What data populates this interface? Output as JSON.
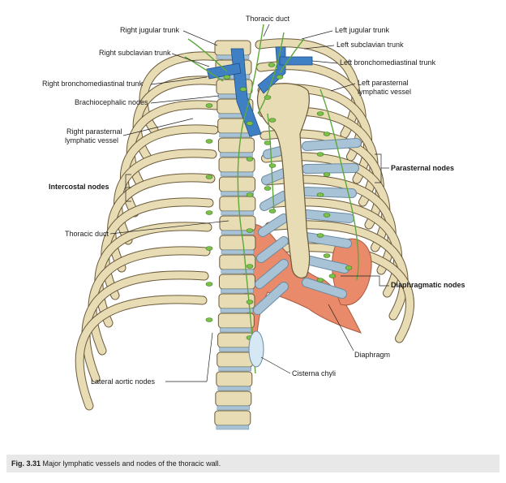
{
  "labels": {
    "thoracic_duct_top": "Thoracic duct",
    "right_jugular_trunk": "Right jugular trunk",
    "left_jugular_trunk": "Left jugular trunk",
    "left_subclavian_trunk": "Left subclavian trunk",
    "right_subclavian_trunk": "Right subclavian trunk",
    "left_bronchomediastinal_trunk": "Left bronchomediastinal trunk",
    "right_bronchomediastinal_trunk": "Right bronchomediastinal trunk",
    "left_parasternal_line1": "Left parasternal",
    "left_parasternal_line2": "lymphatic vessel",
    "brachiocephalic_nodes": "Brachiocephalic nodes",
    "right_parasternal_line1": "Right parasternal",
    "right_parasternal_line2": "lymphatic vessel",
    "parasternal_nodes": "Parasternal nodes",
    "intercostal_nodes": "Intercostal nodes",
    "thoracic_duct_mid": "Thoracic duct",
    "diaphragmatic_nodes": "Diaphragmatic nodes",
    "diaphragm": "Diaphragm",
    "cisterna_chyli": "Cisterna chyli",
    "lateral_aortic_nodes": "Lateral aortic nodes"
  },
  "caption": {
    "fig_number": "Fig. 3.31",
    "text": "Major lymphatic vessels and nodes of the thoracic wall."
  },
  "colors": {
    "bone": "#e8dcb5",
    "bone_outline": "#6b5a3a",
    "cartilage": "#a9c3d6",
    "lymph_vessel": "#7cc04a",
    "vein": "#3f7fc4",
    "muscle": "#e98a6a"
  }
}
